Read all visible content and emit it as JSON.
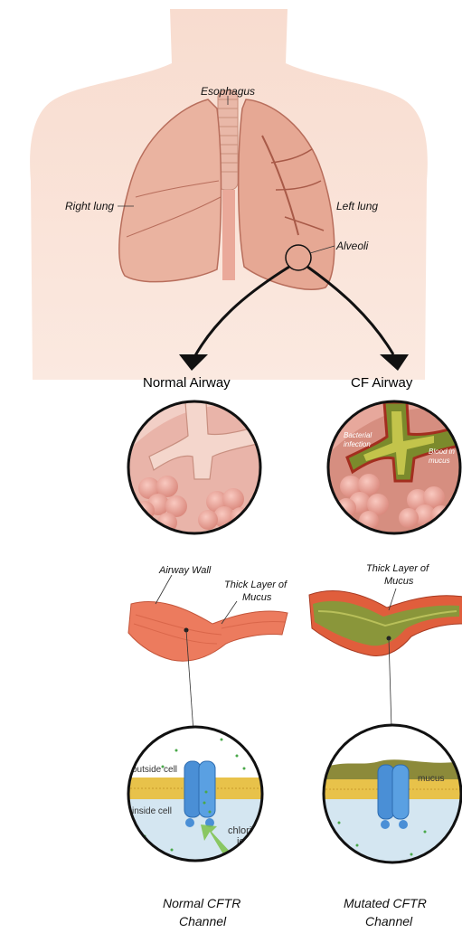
{
  "torso": {
    "labels": {
      "esophagus": "Esophagus",
      "right_lung": "Right lung",
      "left_lung": "Left lung",
      "alveoli": "Alveoli"
    }
  },
  "airways": {
    "normal_title": "Normal Airway",
    "cf_title": "CF Airway",
    "bacterial_infection": [
      "Bacterial",
      "infection"
    ],
    "blood_in_mucus": [
      "Blood in",
      "mucus"
    ]
  },
  "tubes": {
    "airway_wall": "Airway Wall",
    "thick_layer_left": [
      "Thick Layer of",
      "Mucus"
    ],
    "thick_layer_right": [
      "Thick Layer of",
      "Mucus"
    ]
  },
  "channels": {
    "outside_cell": "outside cell",
    "inside_cell": "inside cell",
    "chloride_ions": [
      "chloride",
      "ions"
    ],
    "mucus": "mucus",
    "normal_caption": [
      "Normal CFTR",
      "Channel"
    ],
    "mutated_caption": [
      "Mutated CFTR",
      "Channel"
    ]
  },
  "colors": {
    "skin": "#f6d9cc",
    "lung": "#e6a894",
    "mucus": "#8c9a3a",
    "membrane": "#e8c24a",
    "channel": "#4a8fd6",
    "cytoplasm": "#d4e6f1"
  }
}
